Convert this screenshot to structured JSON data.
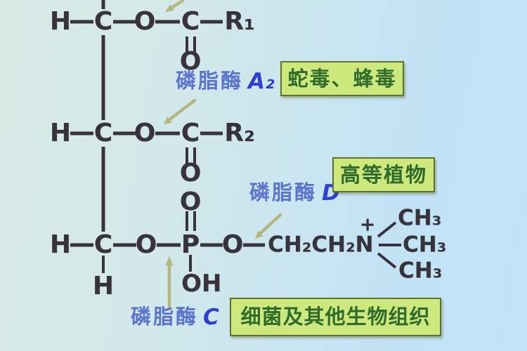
{
  "colors": {
    "background_left": "#d9ebe4",
    "background_right": "#c0e4f8",
    "structure_text": "#37323c",
    "enzyme_label_blue": "#5b74cc",
    "enzyme_letter_blue": "#2e3ed6",
    "arrow_olive": "#b2b175",
    "box_background": "#cde97e",
    "box_border": "#5f7226",
    "box_text_green": "#2f6b2b"
  },
  "molecule": {
    "row1": {
      "h": "H",
      "c": "C",
      "o": "O",
      "acyl_c": "C",
      "r": "R₁",
      "carbonyl_o": "O"
    },
    "row2": {
      "h": "H",
      "c": "C",
      "o": "O",
      "acyl_c": "C",
      "r": "R₂",
      "carbonyl_o": "O"
    },
    "phosphate": {
      "double_bond_o": "O",
      "p": "P",
      "oh": "OH"
    },
    "row3": {
      "h": "H",
      "c": "C",
      "o": "O",
      "bridge_o": "O",
      "chain": "CH₂CH₂N",
      "plus": "+",
      "ch3_top": "CH₃",
      "ch3_middle": "CH₃",
      "ch3_bottom": "CH₃",
      "h_below": "H"
    }
  },
  "labels": {
    "phospholipase_a2": {
      "prefix": "磷脂酶",
      "letter": "A₂"
    },
    "phospholipase_d": {
      "prefix": "磷脂酶",
      "letter": "D"
    },
    "phospholipase_c": {
      "prefix": "磷脂酶",
      "letter": "C"
    },
    "source_a2": "蛇毒、蜂毒",
    "source_d": "高等植物",
    "source_c": "细菌及其他生物组织"
  }
}
